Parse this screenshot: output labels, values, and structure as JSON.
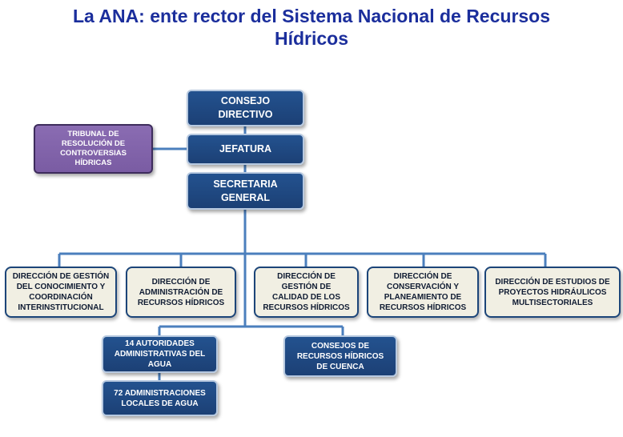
{
  "title": {
    "line1": "La ANA:  ente rector del Sistema Nacional de Recursos",
    "line2": "Hídricos"
  },
  "nodes": {
    "consejo_directivo": "CONSEJO\nDIRECTIVO",
    "jefatura": "JEFATURA",
    "secretaria_general": "SECRETARIA\nGENERAL",
    "tribunal": "TRIBUNAL DE\nRESOLUCIÓN DE\nCONTROVERSIAS\nHÍDRICAS",
    "dir_gestion_conocimiento": "DIRECCIÓN DE GESTIÓN\nDEL CONOCIMIENTO Y\nCOORDINACIÓN\nINTERINSTITUCIONAL",
    "dir_administracion": "DIRECCIÓN DE\nADMINISTRACIÓN DE\nRECURSOS HÍDRICOS",
    "dir_calidad": "DIRECCIÓN DE\nGESTIÓN DE\nCALIDAD DE LOS\nRECURSOS HÍDRICOS",
    "dir_conservacion": "DIRECCIÓN DE\nCONSERVACIÓN Y\nPLANEAMIENTO DE\nRECURSOS HÍDRICOS",
    "dir_estudios": "DIRECCIÓN DE  ESTUDIOS DE\nPROYECTOS HIDRÁULICOS\nMULTISECTORIALES",
    "autoridades": "14 AUTORIDADES\nADMINISTRATIVAS DEL\nAGUA",
    "consejos_cuenca": "CONSEJOS DE\nRECURSOS HÍDRICOS\nDE CUENCA",
    "administraciones_locales": "72 ADMINISTRACIONES\nLOCALES DE AGUA"
  },
  "colors": {
    "title": "#1b2e9c",
    "node_dark": "#1f4a85",
    "node_cream": "#f1efe3",
    "node_purple": "#8066aa",
    "connector": "#4b7fbd"
  }
}
